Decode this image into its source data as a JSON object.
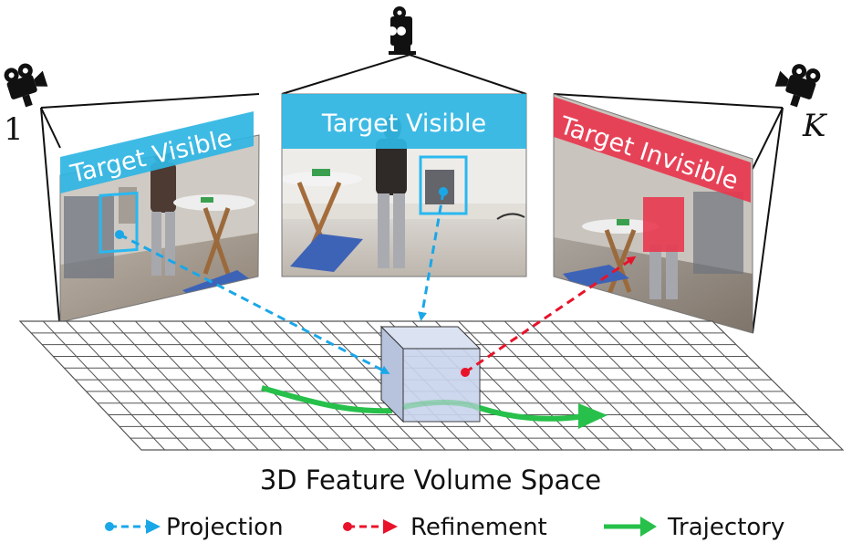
{
  "cameras": {
    "first_label": "1",
    "last_label": "K"
  },
  "views": [
    {
      "banner": "Target Visible",
      "banner_color": "#2fb6e3",
      "state": "visible"
    },
    {
      "banner": "Target Visible",
      "banner_color": "#2fb6e3",
      "state": "visible"
    },
    {
      "banner": "Target Invisible",
      "banner_color": "#e8384f",
      "state": "invisible"
    }
  ],
  "volume_title": "3D Feature Volume Space",
  "legend": {
    "projection": "Projection",
    "refinement": "Refinement",
    "trajectory": "Trajectory"
  },
  "colors": {
    "projection": "#1aa7e8",
    "refinement": "#e8132b",
    "trajectory": "#27c04a",
    "target_box": "#29b8ef",
    "invisible_target": "#e8384f",
    "grid": "#555555",
    "cube_face": "#c9d4ec"
  },
  "icons": [
    "movie-camera-icon",
    "movie-camera-icon",
    "movie-camera-icon"
  ]
}
